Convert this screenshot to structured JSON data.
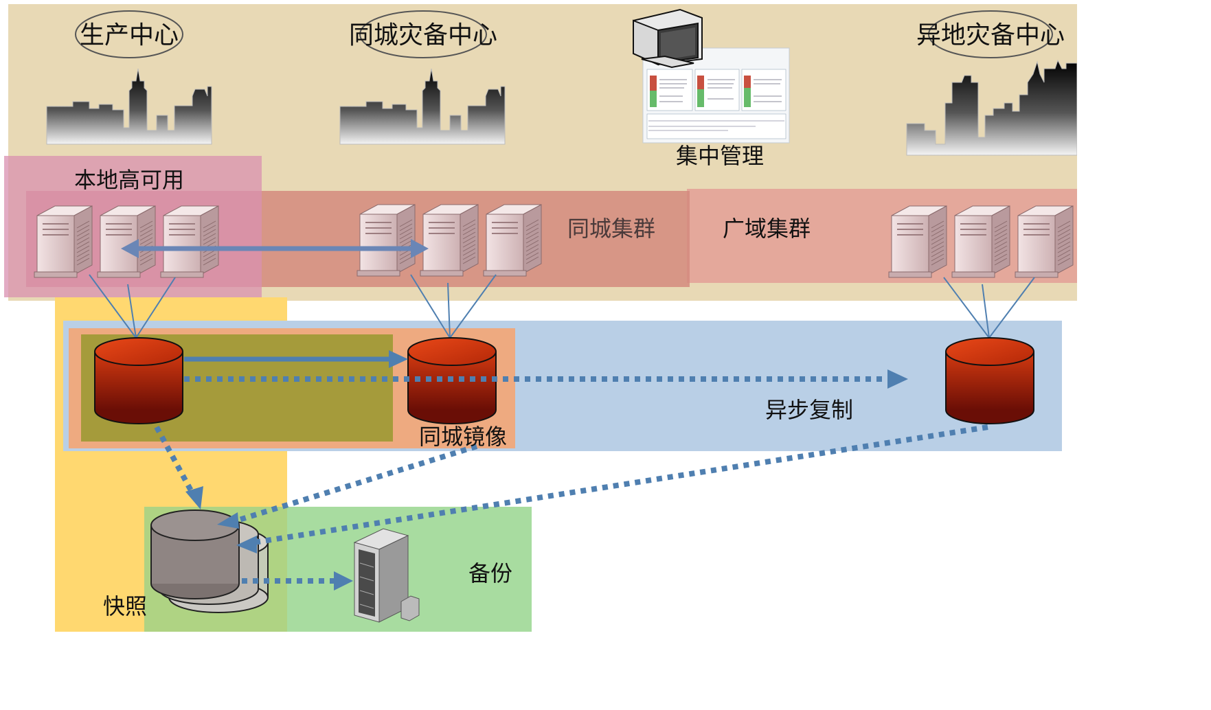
{
  "labels": {
    "production_center": "生产中心",
    "same_city_dr": "同城灾备中心",
    "remote_dr": "异地灾备中心",
    "central_mgmt": "集中管理",
    "local_ha": "本地高可用",
    "same_city_cluster": "同城集群",
    "wide_area_cluster": "广域集群",
    "same_city_mirror": "同城镜像",
    "async_replication": "异步复制",
    "snapshot": "快照",
    "backup": "备份"
  },
  "colors": {
    "top_band": "#e8d9b5",
    "local_ha": "#d990b0",
    "cluster_band": "#d4897e",
    "wide_area": "#e4a59a",
    "wan_band": "#b9cfe6",
    "mirror_band": "#eeaa80",
    "local_mirror": "#a59b3b",
    "snapshot_band": "#ffd870",
    "backup_band": "#a8dca0",
    "flow": "#4f7fb0",
    "db_top": "#cc3a10",
    "db_body": "#8a1808"
  }
}
